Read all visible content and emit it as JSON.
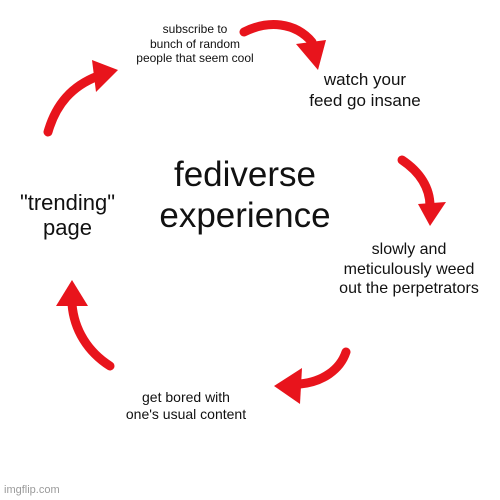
{
  "diagram": {
    "center": "fediverse\nexperience",
    "steps": [
      "subscribe to\nbunch of random\npeople that seem cool",
      "watch your\nfeed go insane",
      "slowly and\nmeticulously weed\nout the perpetrators",
      "get bored with\none's usual content",
      "\"trending\"\npage"
    ],
    "arrow_color": "#e8141c"
  },
  "watermark": "imgflip.com"
}
